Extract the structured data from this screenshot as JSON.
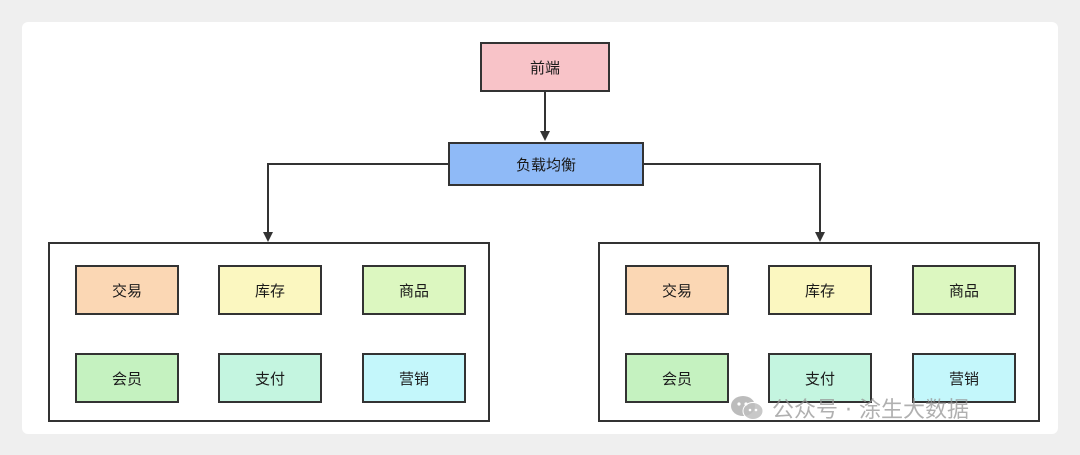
{
  "diagram": {
    "frontend": {
      "label": "前端",
      "color": "#f8c3c8"
    },
    "load_balancer": {
      "label": "负载均衡",
      "color": "#8fbaf7"
    },
    "clusters": [
      {
        "services": [
          {
            "label": "交易",
            "color": "#fbd7b4"
          },
          {
            "label": "库存",
            "color": "#fbf7c0"
          },
          {
            "label": "商品",
            "color": "#dcf7c0"
          },
          {
            "label": "会员",
            "color": "#c5f2c0"
          },
          {
            "label": "支付",
            "color": "#c4f5e0"
          },
          {
            "label": "营销",
            "color": "#c4f7fb"
          }
        ]
      },
      {
        "services": [
          {
            "label": "交易",
            "color": "#fbd7b4"
          },
          {
            "label": "库存",
            "color": "#fbf7c0"
          },
          {
            "label": "商品",
            "color": "#dcf7c0"
          },
          {
            "label": "会员",
            "color": "#c5f2c0"
          },
          {
            "label": "支付",
            "color": "#c4f5e0"
          },
          {
            "label": "营销",
            "color": "#c4f7fb"
          }
        ]
      }
    ]
  },
  "watermark": {
    "text": "公众号 · 涂生大数据",
    "icon": "wechat-icon"
  }
}
